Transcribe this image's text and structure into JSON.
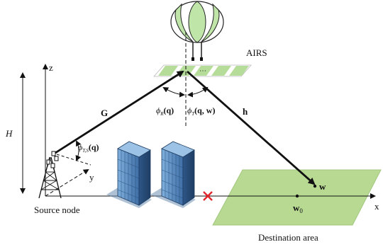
{
  "diagram": {
    "labels": {
      "airs": "AIRS",
      "source_node": "Source node",
      "destination_area": "Destination area",
      "height": "H",
      "axis_x": "x",
      "axis_y": "y",
      "axis_z": "z",
      "channel_G": "G",
      "channel_h": "h",
      "w": "w",
      "w0_base": "w",
      "w0_sub": "0",
      "phi_R_base": "ϕ",
      "phi_R_sub": "R",
      "phi_R_arg": "(q)",
      "phi_T_base": "ϕ",
      "phi_T_sub": "T",
      "phi_T_arg": "(q, w)",
      "phi_TS_base": "ϕ",
      "phi_TS_sub": "T,S",
      "phi_TS_arg": "(q)"
    },
    "colors": {
      "balloon_green": "#bfe6a8",
      "airs_green": "#b6dc9a",
      "destination_green": "#b7d992",
      "building_blue": "#5c8fc4",
      "building_dark": "#2a4f7a",
      "blocked_x": "#e3262b",
      "line": "#111111"
    },
    "icons": [
      "balloon-icon",
      "transmitter-tower-icon",
      "building-icon",
      "blocked-x-icon"
    ]
  }
}
